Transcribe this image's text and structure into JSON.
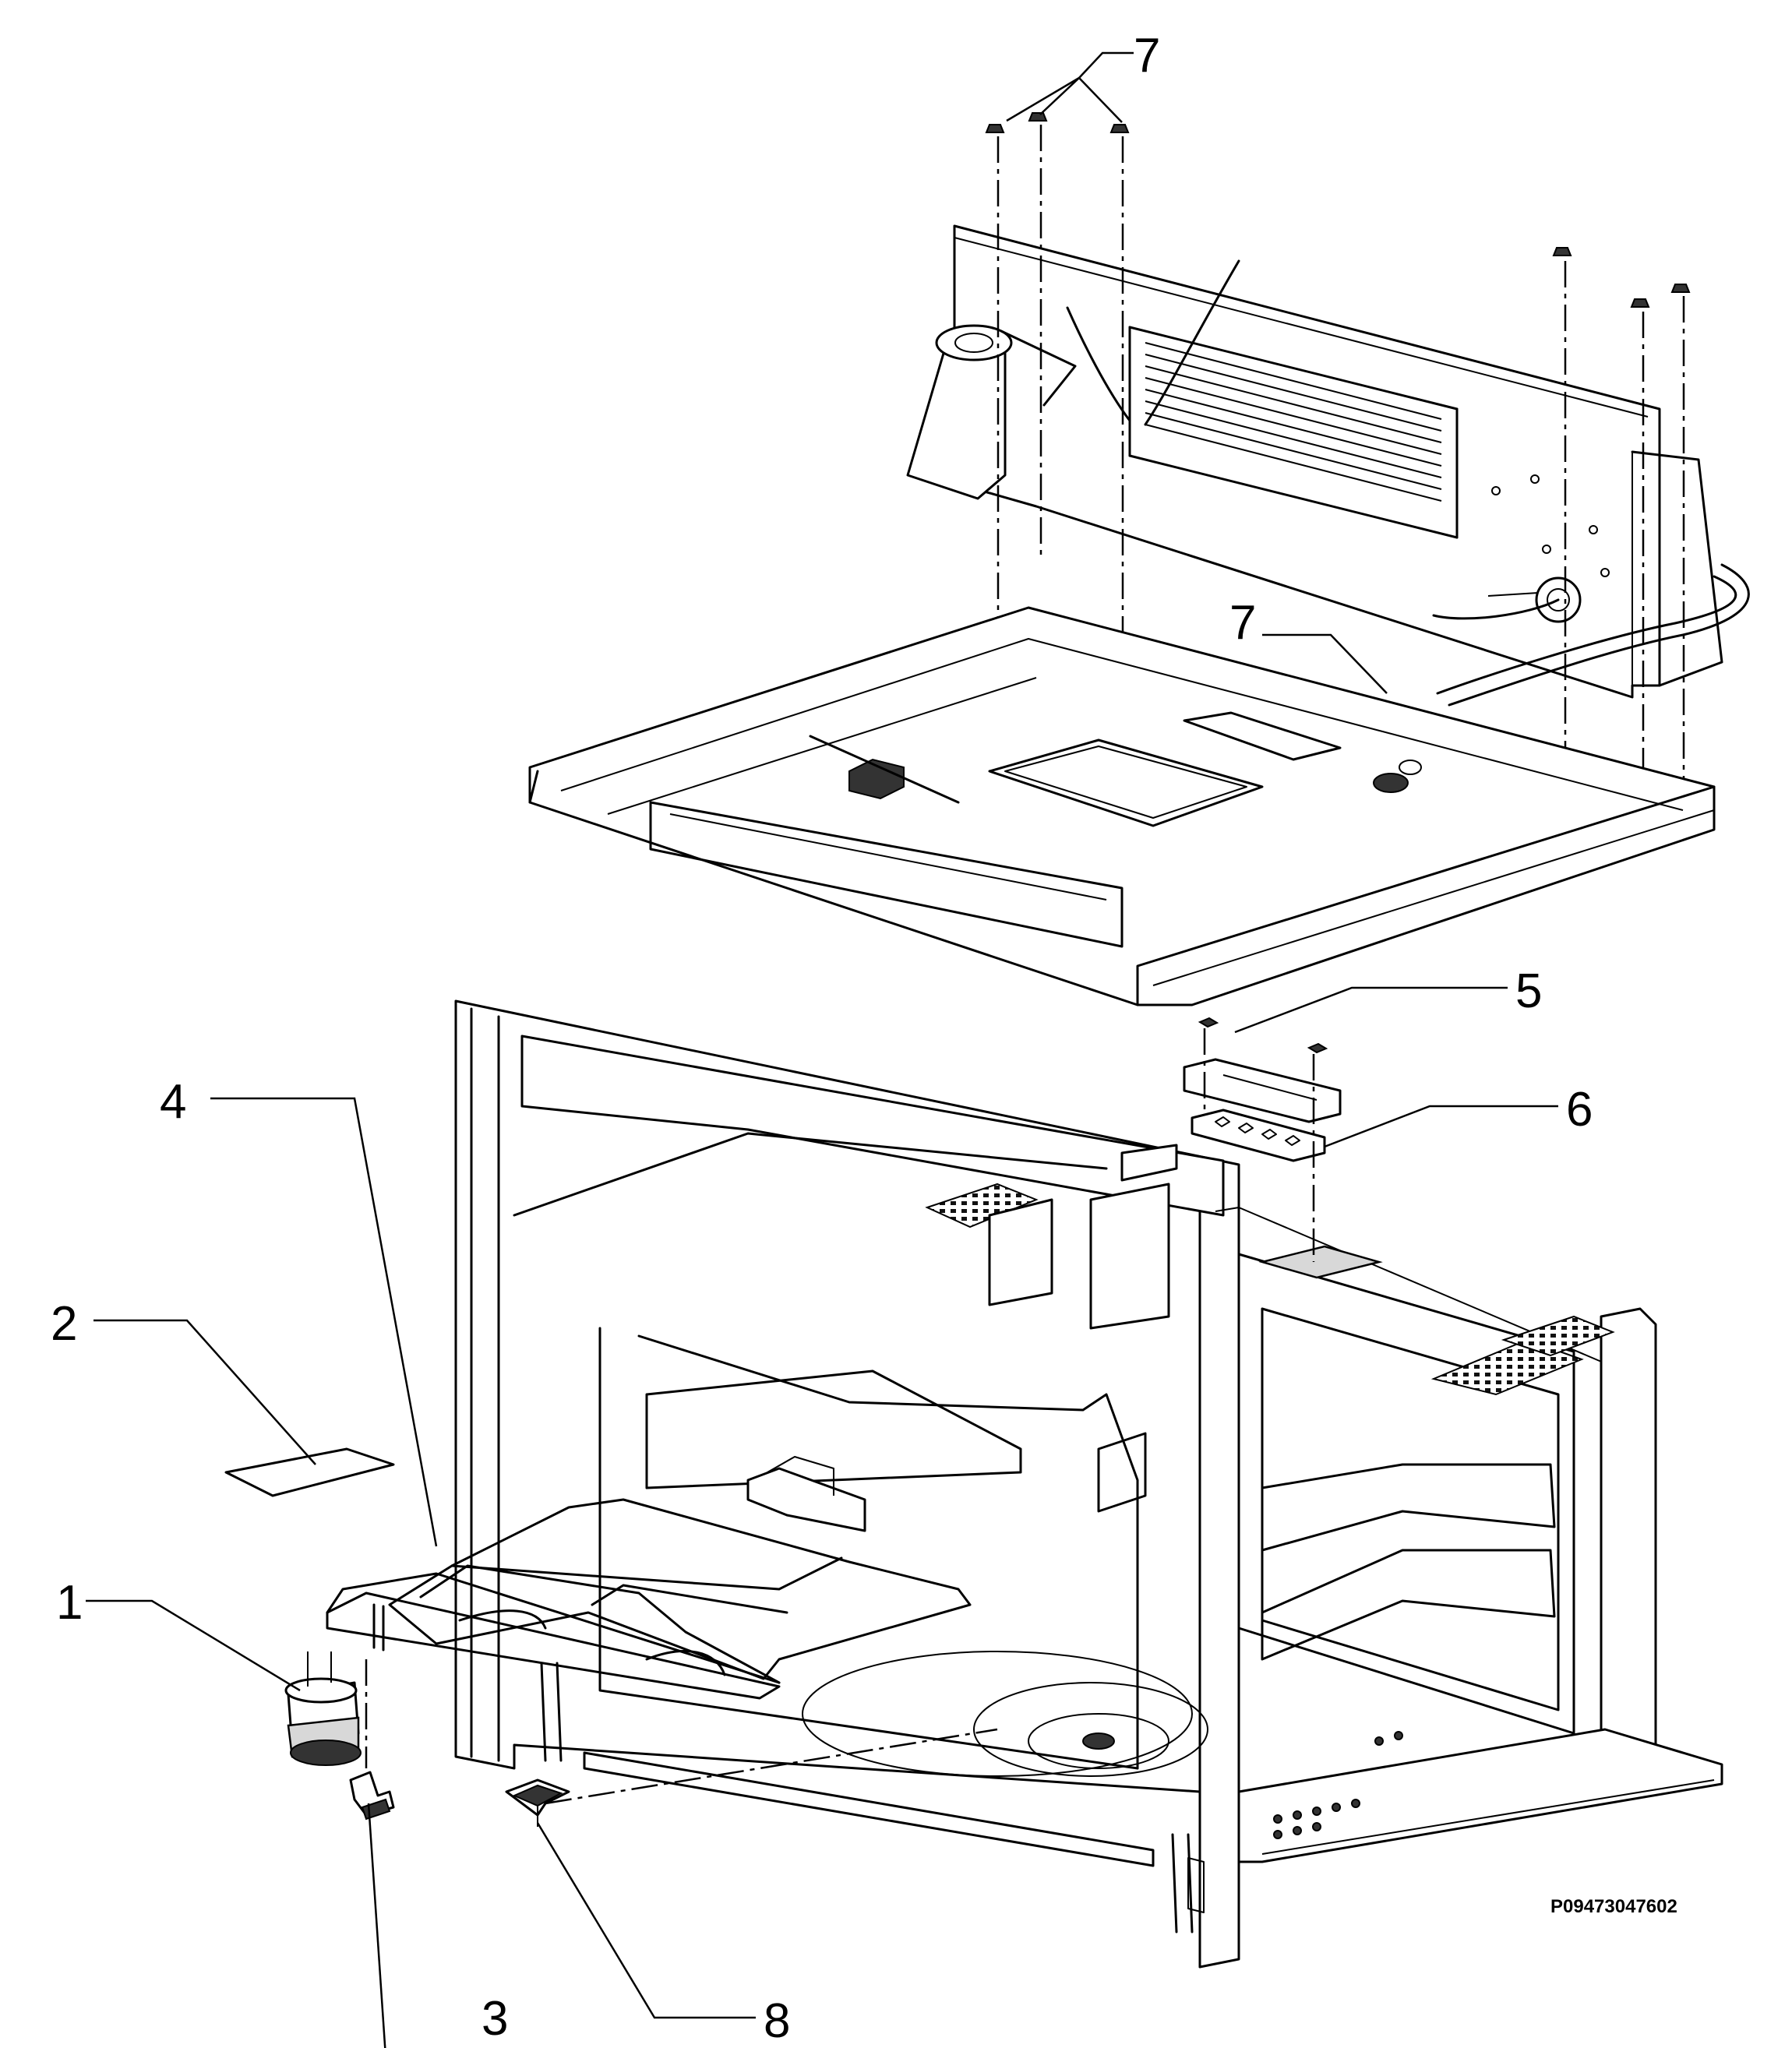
{
  "callouts": [
    {
      "id": "c1",
      "label": "1"
    },
    {
      "id": "c2",
      "label": "2"
    },
    {
      "id": "c3",
      "label": "3"
    },
    {
      "id": "c4",
      "label": "4"
    },
    {
      "id": "c5",
      "label": "5"
    },
    {
      "id": "c6",
      "label": "6"
    },
    {
      "id": "c7a",
      "label": "7"
    },
    {
      "id": "c7b",
      "label": "7"
    },
    {
      "id": "c8",
      "label": "8"
    }
  ],
  "drawing_number": "P09473047602",
  "colors": {
    "line": "#000000",
    "background": "#ffffff",
    "shade": "#d8d8d8"
  }
}
